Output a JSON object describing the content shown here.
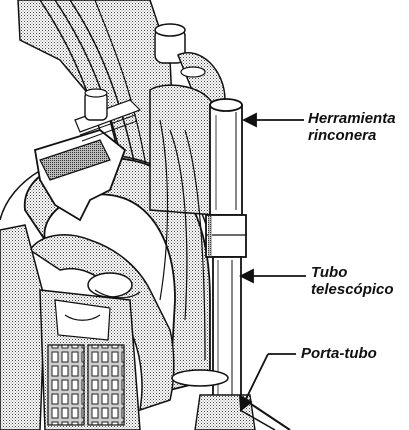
{
  "callouts": {
    "herramienta": {
      "line1": "Herramienta",
      "line2": "rinconera"
    },
    "tubo": {
      "line1": "Tubo",
      "line2": "telescópico"
    },
    "porta_tubo": {
      "line1": "Porta-tubo"
    }
  },
  "colors": {
    "ink": "#111111",
    "dither": "#8a8a8a",
    "background": "#ffffff"
  }
}
